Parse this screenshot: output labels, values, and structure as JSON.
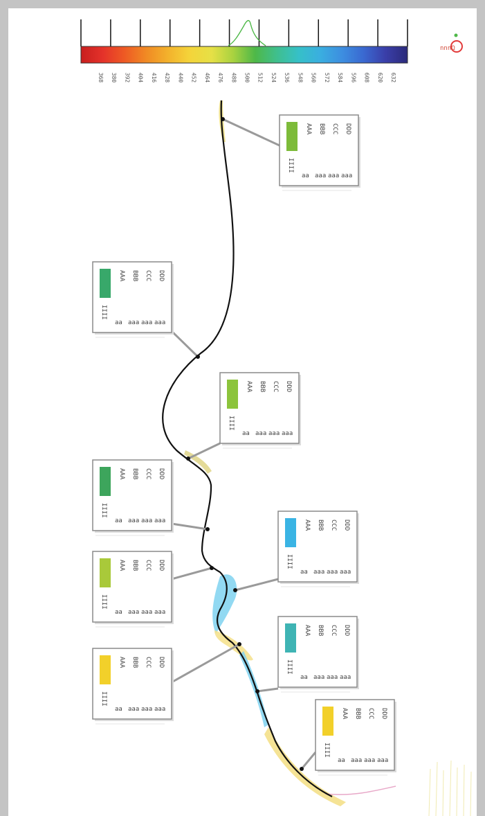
{
  "colorbar": {
    "tick_labels": [
      "368",
      "380",
      "392",
      "404",
      "416",
      "428",
      "440",
      "452",
      "464",
      "476",
      "488",
      "500",
      "512",
      "524",
      "536",
      "548",
      "560",
      "572",
      "584",
      "596",
      "608",
      "620",
      "632"
    ],
    "stops": [
      "#c81e1e",
      "#e4322a",
      "#ee5a24",
      "#f08a24",
      "#f3b22c",
      "#f4d43a",
      "#e6e046",
      "#a8d240",
      "#4eb848",
      "#3fbf8e",
      "#36c0c8",
      "#3aaee0",
      "#3d8ee0",
      "#3a68d0",
      "#3a3ea8",
      "#2b2a7a"
    ],
    "accent_peak_color": "#4eb848"
  },
  "logo": {
    "text": "nnnΩ",
    "colors": [
      "#e23a3a",
      "#f2c230",
      "#3a8fd8",
      "#4eb848"
    ]
  },
  "tree": {
    "line_color": "#111111",
    "connector_color": "#9a9a9a",
    "nodes": [
      {
        "color": "#7dbb3a",
        "header": [
          "AAA",
          "BBB",
          "CCC",
          "DDD"
        ],
        "side": "IIII",
        "footer": [
          "aa",
          "aaa",
          "aaa",
          "aaa"
        ]
      },
      {
        "color": "#38a86a",
        "header": [
          "AAA",
          "BBB",
          "CCC",
          "DDD"
        ],
        "side": "IIII",
        "footer": [
          "aa",
          "aaa",
          "aaa",
          "aaa"
        ]
      },
      {
        "color": "#8cc43c",
        "header": [
          "AAA",
          "BBB",
          "CCC",
          "DDD"
        ],
        "side": "IIII",
        "footer": [
          "aa",
          "aaa",
          "aaa",
          "aaa"
        ]
      },
      {
        "color": "#3da55c",
        "header": [
          "AAA",
          "BBB",
          "CCC",
          "DDD"
        ],
        "side": "IIII",
        "footer": [
          "aa",
          "aaa",
          "aaa",
          "aaa"
        ]
      },
      {
        "color": "#3ab4e4",
        "header": [
          "AAA",
          "BBB",
          "CCC",
          "DDD"
        ],
        "side": "IIII",
        "footer": [
          "aa",
          "aaa",
          "aaa",
          "aaa"
        ]
      },
      {
        "color": "#a9c93a",
        "header": [
          "AAA",
          "BBB",
          "CCC",
          "DDD"
        ],
        "side": "IIII",
        "footer": [
          "aa",
          "aaa",
          "aaa",
          "aaa"
        ]
      },
      {
        "color": "#3fb4b4",
        "header": [
          "AAA",
          "BBB",
          "CCC",
          "DDD"
        ],
        "side": "IIII",
        "footer": [
          "aa",
          "aaa",
          "aaa",
          "aaa"
        ]
      },
      {
        "color": "#f2d02a",
        "header": [
          "AAA",
          "BBB",
          "CCC",
          "DDD"
        ],
        "side": "IIII",
        "footer": [
          "aa",
          "aaa",
          "aaa",
          "aaa"
        ]
      },
      {
        "color": "#f2d02a",
        "header": [
          "AAA",
          "BBB",
          "CCC",
          "DDD"
        ],
        "side": "IIII",
        "footer": [
          "aa",
          "aaa",
          "aaa",
          "aaa"
        ]
      }
    ]
  }
}
